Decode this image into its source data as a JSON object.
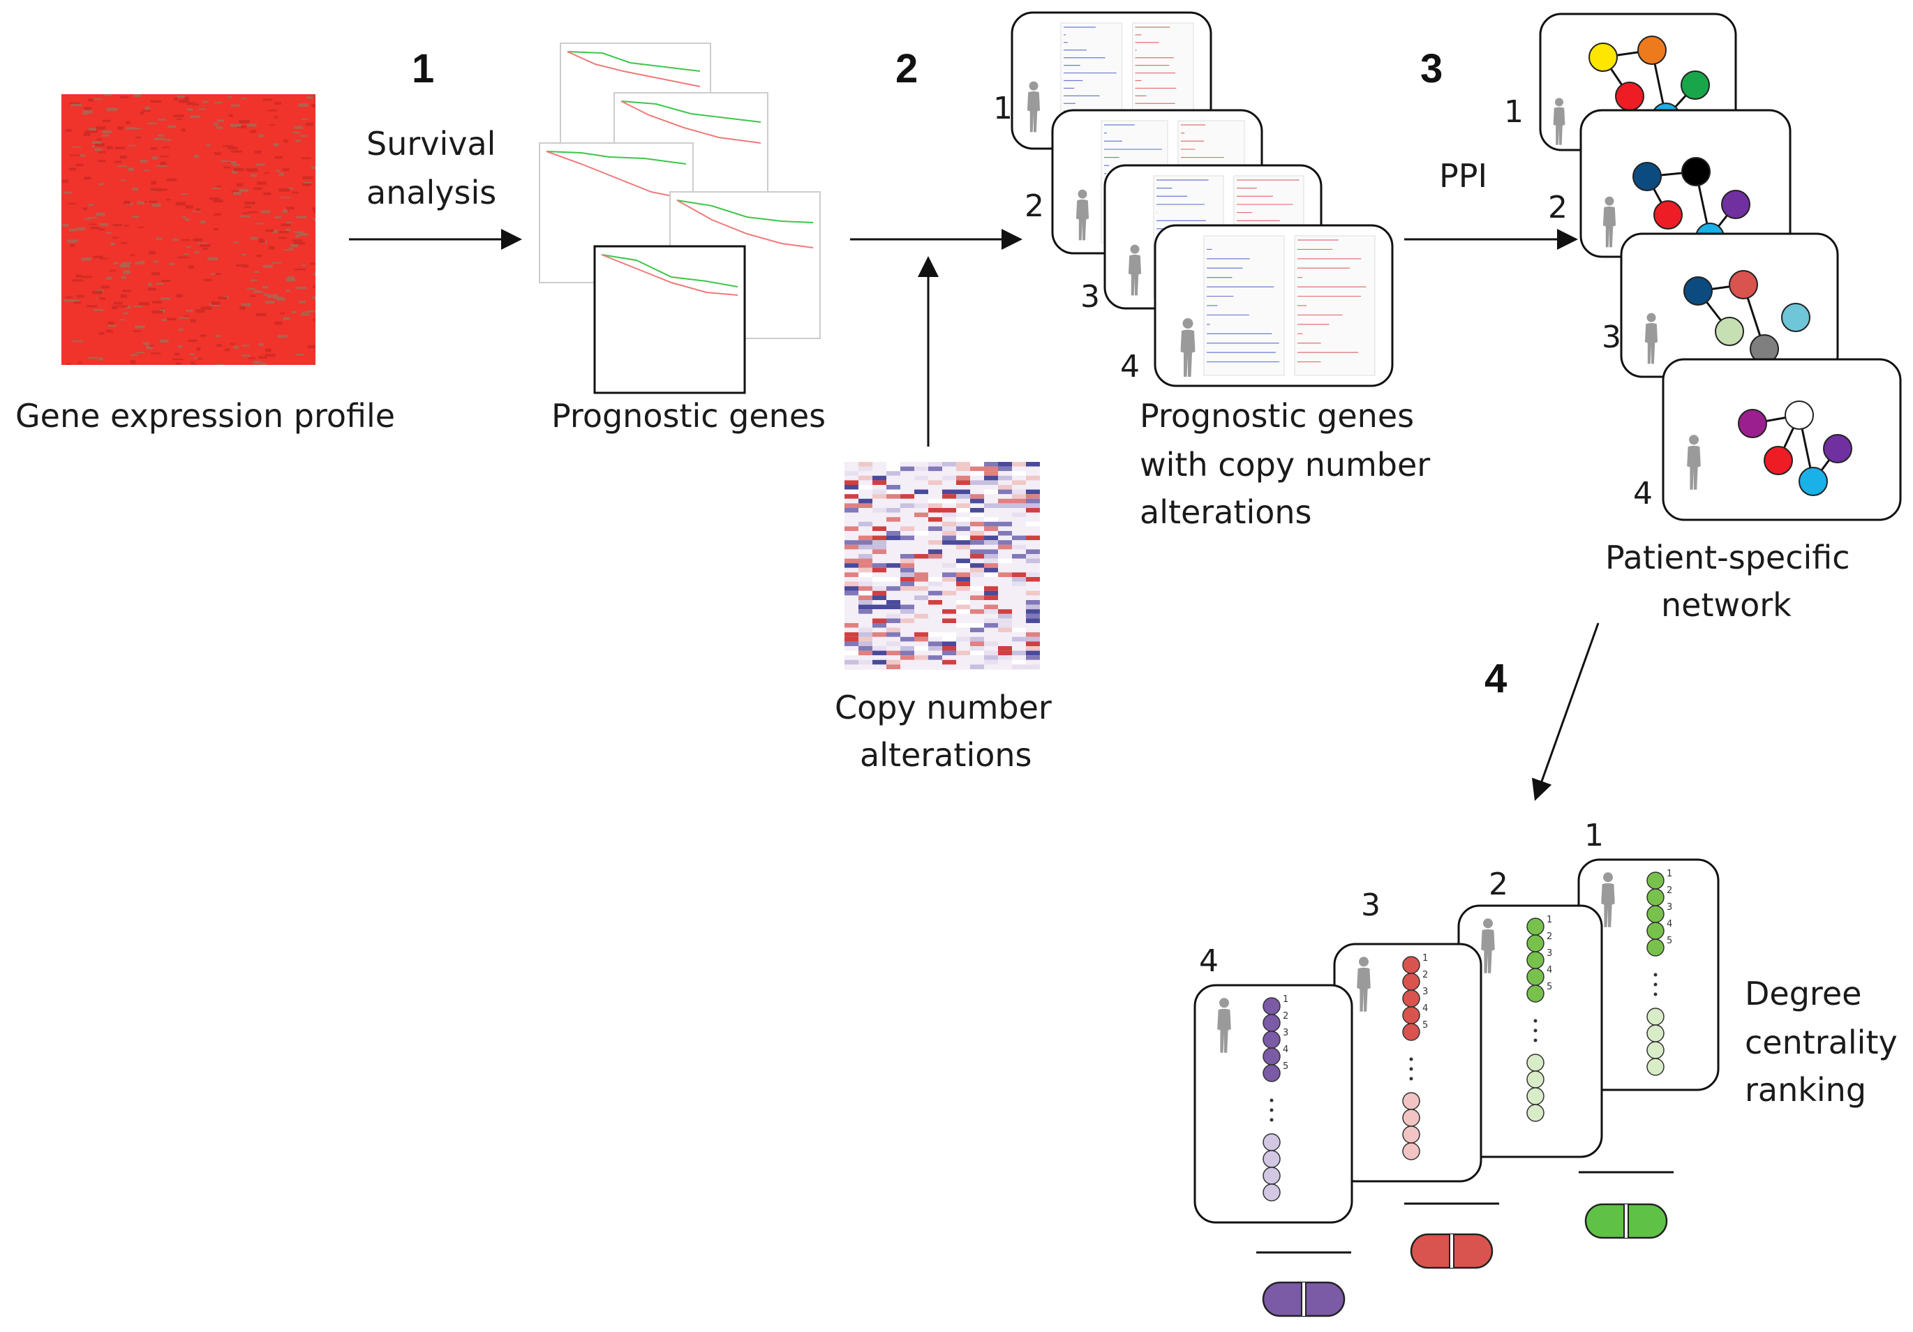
{
  "steps": [
    "1",
    "2",
    "3",
    "4"
  ],
  "labels": {
    "gene_expression": "Gene expression profile",
    "survival_1": "Survival",
    "survival_2": "analysis",
    "prognostic_genes": "Prognostic genes",
    "copy_number_1": "Copy number",
    "copy_number_2": "alterations",
    "pg_cna_1": "Prognostic genes",
    "pg_cna_2": "with copy number",
    "pg_cna_3": "alterations",
    "ppi": "PPI",
    "network_1": "Patient-specific",
    "network_2": "network",
    "degree_1": "Degree",
    "degree_2": "centrality",
    "degree_3": "ranking"
  },
  "patient_indices": [
    "1",
    "2",
    "3",
    "4"
  ],
  "rank_numbers": [
    "1",
    "2",
    "3",
    "4",
    "5"
  ],
  "ranking_order": [
    "4",
    "3",
    "2",
    "1"
  ],
  "colors": {
    "heatmap": "#f0332b",
    "survival_green": "#3cc64a",
    "survival_red": "#f07a7a",
    "purple": "#7b5aa6",
    "red": "#d9534f",
    "green": "#79c14d",
    "cna_blue": "#4a4a9a",
    "cna_red": "#d04040"
  },
  "network_node_colors": [
    [
      "#ffe600",
      "#ee7a1e",
      "#ee1c24",
      "#19a64a",
      "#1ab0e8"
    ],
    [
      "#0c4b80",
      "#000000",
      "#ee1c24",
      "#7030a0",
      "#1ab0e8"
    ],
    [
      "#0c4b80",
      "#d9534f",
      "#c6e0b4",
      "#6ec6d8",
      "#7f7f7f"
    ],
    [
      "#9b1f8e",
      "#ffffff",
      "#ee1c24",
      "#7030a0",
      "#1ab0e8"
    ]
  ],
  "icons": [
    "arrow-icon",
    "person-silhouette-icon",
    "pill-icon"
  ]
}
